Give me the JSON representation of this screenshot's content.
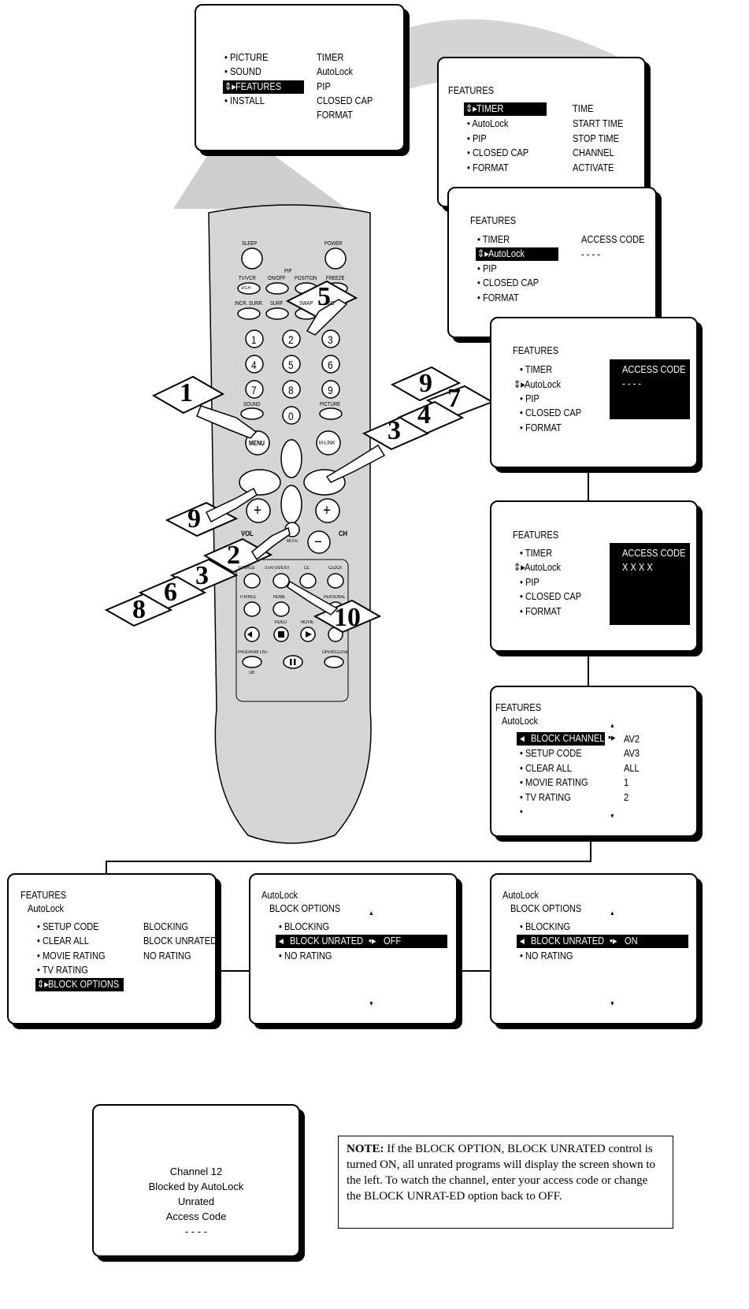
{
  "main_menu": {
    "col1": [
      "• PICTURE",
      "• SOUND",
      "FEATURES",
      "• INSTALL"
    ],
    "col2": [
      "TIMER",
      "AutoLock",
      "PIP",
      "CLOSED CAP",
      "FORMAT"
    ]
  },
  "features_timer": {
    "title": "FEATURES",
    "col1": [
      "TIMER",
      "• AutoLock",
      "• PIP",
      "• CLOSED CAP",
      "• FORMAT"
    ],
    "col2": [
      "TIME",
      "START TIME",
      "STOP TIME",
      "CHANNEL",
      "ACTIVATE"
    ]
  },
  "features_autolock": {
    "title": "FEATURES",
    "col1": [
      "• TIMER",
      "AutoLock",
      "• PIP",
      "• CLOSED CAP",
      "• FORMAT"
    ],
    "access_label": "ACCESS CODE",
    "access_value": "- - - -"
  },
  "access_entry_1": {
    "title": "FEATURES",
    "col1": [
      "• TIMER",
      "AutoLock",
      "• PIP",
      "• CLOSED CAP",
      "• FORMAT"
    ],
    "access_label": "ACCESS CODE",
    "access_value": "- - - -"
  },
  "access_entry_2": {
    "title": "FEATURES",
    "col1": [
      "• TIMER",
      "AutoLock",
      "• PIP",
      "• CLOSED CAP",
      "• FORMAT"
    ],
    "access_label": "ACCESS CODE",
    "access_value": "X X X X"
  },
  "autolock_menu": {
    "title": "FEATURES",
    "subtitle": "AutoLock",
    "col1": [
      "BLOCK CHANNEL",
      "• SETUP CODE",
      "• CLEAR ALL",
      "• MOVIE RATING",
      "• TV RATING",
      "•"
    ],
    "col2": [
      "AV2",
      "AV3",
      "ALL",
      "1",
      "2"
    ]
  },
  "block_options_menu": {
    "title": "FEATURES",
    "subtitle": "AutoLock",
    "col1": [
      "• SETUP CODE",
      "• CLEAR ALL",
      "• MOVIE RATING",
      "• TV RATING",
      "BLOCK OPTIONS"
    ],
    "col2": [
      "BLOCKING",
      "BLOCK UNRATED",
      "NO RATING"
    ]
  },
  "block_off": {
    "title": "AutoLock",
    "subtitle": "BLOCK OPTIONS",
    "items": [
      "• BLOCKING",
      "BLOCK UNRATED",
      "• NO RATING"
    ],
    "value": "OFF"
  },
  "block_on": {
    "title": "AutoLock",
    "subtitle": "BLOCK OPTIONS",
    "items": [
      "• BLOCKING",
      "BLOCK UNRATED",
      "• NO RATING"
    ],
    "value": "ON"
  },
  "blocked_screen": {
    "lines": [
      "Channel 12",
      "Blocked by AutoLock",
      "Unrated",
      "Access Code",
      "- - - -"
    ]
  },
  "note": {
    "label": "NOTE:",
    "text": " If the BLOCK OPTION, BLOCK UNRATED control is turned ON, all unrated programs will display the screen shown to the left. To watch the channel, enter your access code or change the BLOCK UNRAT-ED option back to OFF."
  },
  "remote": {
    "sleep": "SLEEP",
    "power": "POWER",
    "pip": "PIP",
    "tvvcr": "TV/VCR",
    "ach": "A/CH",
    "onoff": "ON/OFF",
    "position": "POSITION",
    "freeze": "FREEZE",
    "incr": "INCR. SURR.",
    "surf": "SURF",
    "swap": "SWAP",
    "so": "SO",
    "digits": [
      "1",
      "2",
      "3",
      "4",
      "5",
      "6",
      "7",
      "8",
      "9",
      "0"
    ],
    "sound": "SOUND",
    "picture": "PICTURE",
    "menu": "MENU",
    "mlink": "M-LINK",
    "vol": "VOL",
    "ch": "CH",
    "mute": "MUTE",
    "plus": "+",
    "minus": "−",
    "source": "SOURCE",
    "status": "STATUS/EXIT",
    "cc": "CC",
    "clock": "CLOCK",
    "itrrec": "ITR/REC",
    "home": "HOME",
    "personal": "PERSONAL",
    "video": "VIDEO",
    "movie": "MOVIE",
    "proglist": "PROGRAM LIST",
    "ok": "OK",
    "openclose": "OPEN/CLOSE"
  },
  "steps": [
    "1",
    "2",
    "3",
    "3",
    "4",
    "5",
    "6",
    "7",
    "8",
    "9",
    "9",
    "10"
  ]
}
